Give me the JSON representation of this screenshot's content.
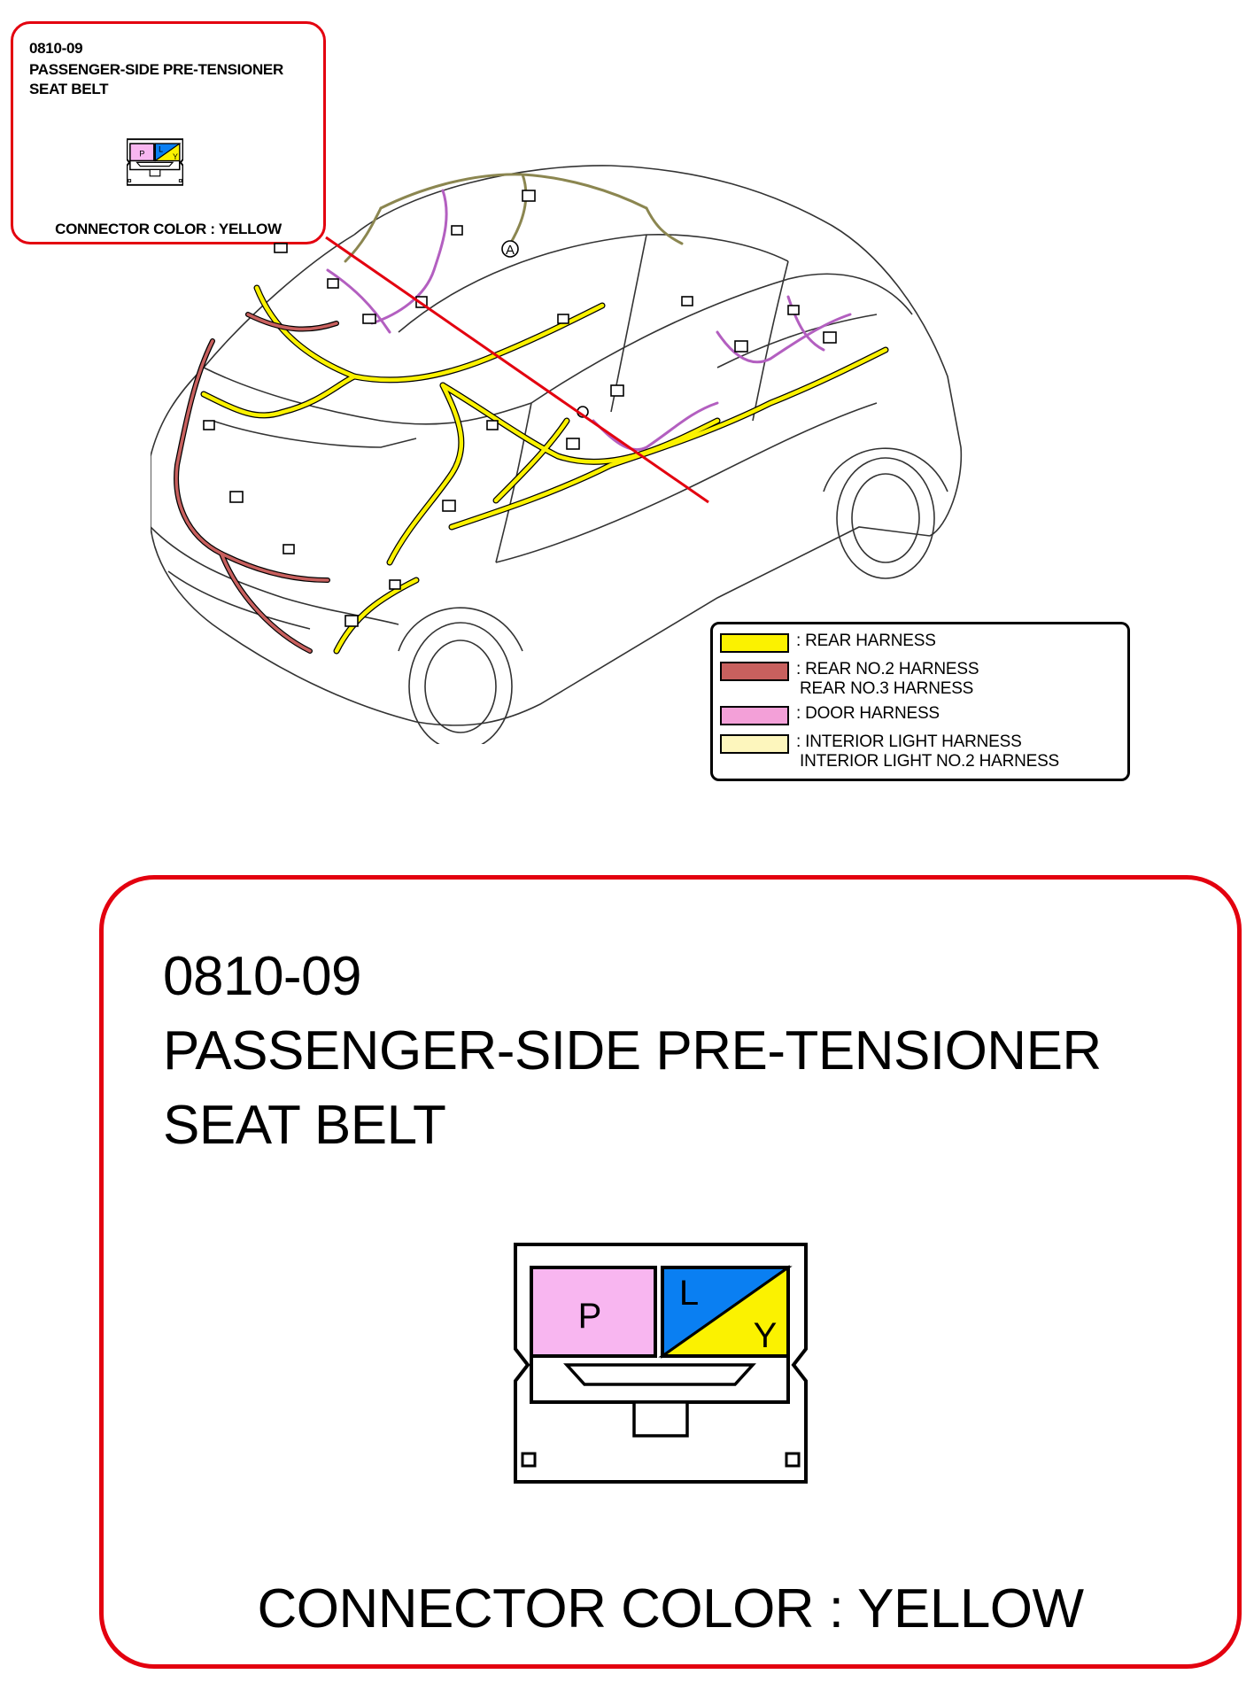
{
  "connector": {
    "code": "0810-09",
    "title_line1": "PASSENGER-SIDE PRE-TENSIONER",
    "title_line2": "SEAT BELT",
    "color_label": "CONNECTOR COLOR : YELLOW",
    "terminals": [
      {
        "letter": "P",
        "color": "#f8b6f0"
      },
      {
        "letter": "L",
        "color": "#0a7ff2"
      },
      {
        "letter": "Y",
        "color": "#fbf200"
      }
    ]
  },
  "vehicle_marker": "A",
  "legend": [
    {
      "lines": [
        ": REAR HARNESS"
      ],
      "color": "#fbf200"
    },
    {
      "lines": [
        ": REAR NO.2 HARNESS",
        "REAR NO.3 HARNESS"
      ],
      "color": "#c8605e"
    },
    {
      "lines": [
        ": DOOR HARNESS"
      ],
      "color": "#f3a0d8"
    },
    {
      "lines": [
        ": INTERIOR LIGHT HARNESS",
        "INTERIOR LIGHT NO.2 HARNESS"
      ],
      "color": "#fdf6bd"
    }
  ],
  "colors": {
    "callout_border": "#e3000f",
    "rear_harness": "#fbf200",
    "rear_no2_harness": "#c8605e",
    "door_harness": "#b35fc0",
    "interior_light_harness": "#c8c47a"
  }
}
